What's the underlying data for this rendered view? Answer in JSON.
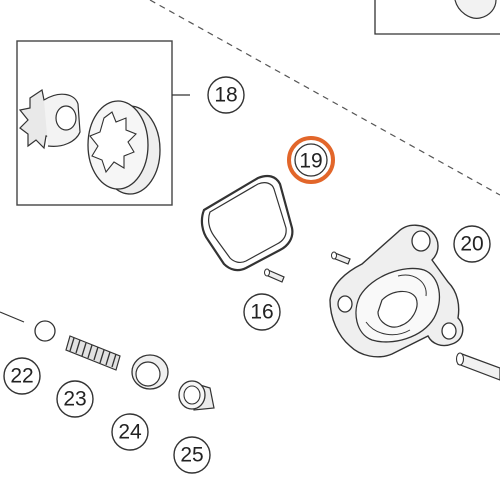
{
  "diagram": {
    "parts": [
      {
        "id": "oil-pump-rotor-set",
        "callout": "18"
      },
      {
        "id": "gasket",
        "callout": "19",
        "highlighted": true
      },
      {
        "id": "oil-pump-cover",
        "callout": "20"
      },
      {
        "id": "dowel-pin",
        "callout": "16"
      },
      {
        "id": "o-ring",
        "callout": "22"
      },
      {
        "id": "spring",
        "callout": "23"
      },
      {
        "id": "washer",
        "callout": "24"
      },
      {
        "id": "plug",
        "callout": "25"
      }
    ]
  },
  "colors": {
    "line": "#333333",
    "highlight_ring": "#e2662a",
    "background": "#ffffff"
  }
}
